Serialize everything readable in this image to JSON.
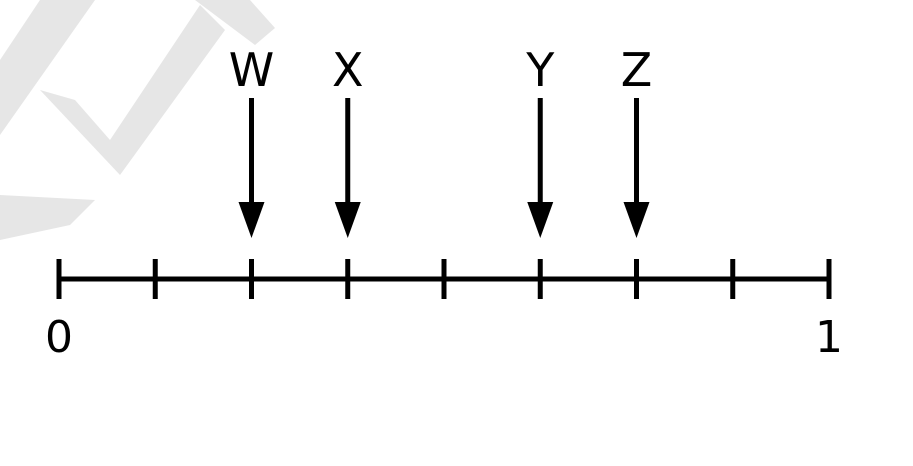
{
  "number_line": {
    "start_label": "0",
    "end_label": "1",
    "start_value": 0,
    "end_value": 1,
    "divisions": 8,
    "color": "#000000"
  },
  "markers": [
    {
      "label": "W",
      "value": 0.25
    },
    {
      "label": "X",
      "value": 0.375
    },
    {
      "label": "Y",
      "value": 0.625
    },
    {
      "label": "Z",
      "value": 0.75
    }
  ],
  "watermark": {
    "color": "#e6e6e6"
  }
}
